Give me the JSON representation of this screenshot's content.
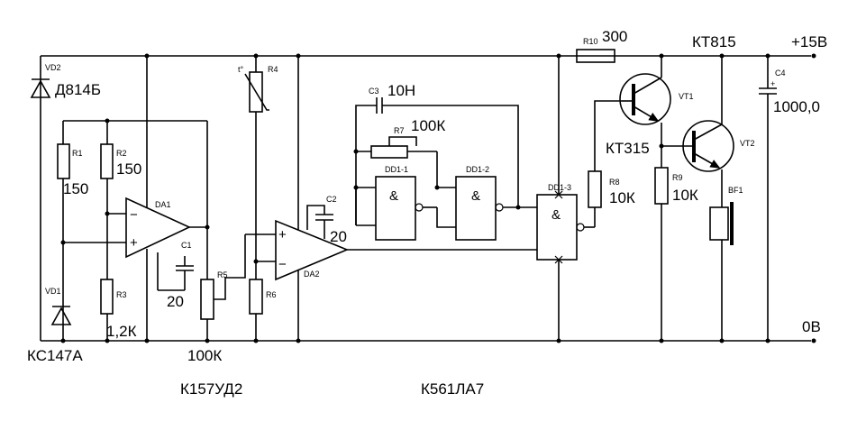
{
  "supply": {
    "plus": "+15В",
    "zero": "0В"
  },
  "parts": {
    "vd2": {
      "ref": "VD2",
      "value": "Д814Б"
    },
    "vd1": {
      "ref": "VD1",
      "value": "КС147А"
    },
    "r1": {
      "ref": "R1",
      "value": "150"
    },
    "r2": {
      "ref": "R2",
      "value": "150"
    },
    "r3": {
      "ref": "R3",
      "value": "1,2К"
    },
    "da1": {
      "ref": "DA1"
    },
    "c1": {
      "ref": "C1",
      "value": "20"
    },
    "r4": {
      "ref": "R4",
      "temp": "t°"
    },
    "r5": {
      "ref": "R5",
      "value": "100К"
    },
    "r6": {
      "ref": "R6"
    },
    "c2": {
      "ref": "C2",
      "value": "20"
    },
    "da2": {
      "ref": "DA2",
      "chip": "К157УД2"
    },
    "c3": {
      "ref": "C3",
      "value": "10Н"
    },
    "r7": {
      "ref": "R7",
      "value": "100К"
    },
    "dd11": {
      "ref": "DD1-1",
      "symbol": "&"
    },
    "dd12": {
      "ref": "DD1-2",
      "symbol": "&"
    },
    "dd13": {
      "ref": "DD1-3",
      "symbol": "&",
      "chip": "К561ЛА7"
    },
    "r8": {
      "ref": "R8",
      "value": "10К"
    },
    "r9": {
      "ref": "R9",
      "value": "10К"
    },
    "r10": {
      "ref": "R10",
      "value": "300"
    },
    "vt1": {
      "ref": "VT1",
      "value": "КТ315"
    },
    "vt2": {
      "ref": "VT2",
      "value": "КТ815"
    },
    "c4": {
      "ref": "C4",
      "value": "1000,0",
      "plus": "+"
    },
    "bf1": {
      "ref": "BF1"
    }
  },
  "opamp": {
    "minus": "−",
    "plus": "+"
  }
}
